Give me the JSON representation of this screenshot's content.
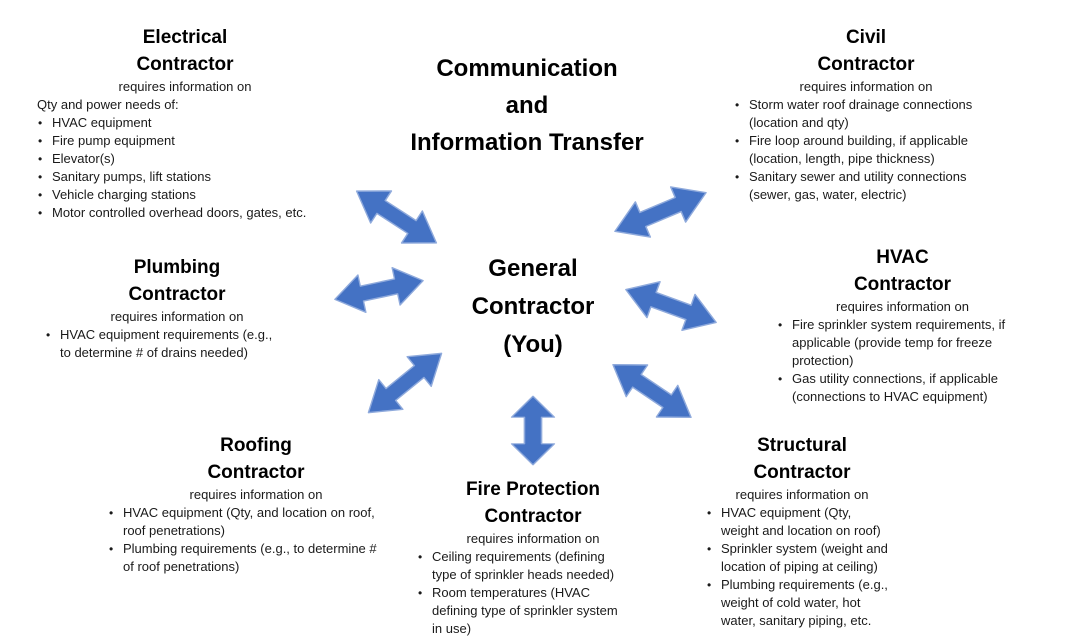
{
  "main": {
    "title_lines": [
      "Communication",
      "and",
      "Information Transfer"
    ]
  },
  "center": {
    "lines": [
      "General",
      "Contractor",
      "(You)"
    ]
  },
  "colors": {
    "arrow_fill": "#4472C4",
    "arrow_border": "#8FAADC",
    "text": "#1A1A1A",
    "background": "#FFFFFF"
  },
  "connections": [
    {
      "from": "General Contractor (You)",
      "to": "Electrical Contractor",
      "bidirectional": true
    },
    {
      "from": "General Contractor (You)",
      "to": "Plumbing Contractor",
      "bidirectional": true
    },
    {
      "from": "General Contractor (You)",
      "to": "Roofing Contractor",
      "bidirectional": true
    },
    {
      "from": "General Contractor (You)",
      "to": "Fire Protection Contractor",
      "bidirectional": true
    },
    {
      "from": "General Contractor (You)",
      "to": "Structural Contractor",
      "bidirectional": true
    },
    {
      "from": "General Contractor (You)",
      "to": "HVAC Contractor",
      "bidirectional": true
    },
    {
      "from": "General Contractor (You)",
      "to": "Civil Contractor",
      "bidirectional": true
    }
  ],
  "sections": {
    "electrical": {
      "title_lines": [
        "Electrical",
        "Contractor"
      ],
      "subtitle": "requires information on",
      "intro": "Qty and power needs of:",
      "bullets": [
        "HVAC equipment",
        "Fire pump equipment",
        "Elevator(s)",
        "Sanitary pumps, lift stations",
        "Vehicle charging stations",
        "Motor controlled overhead doors, gates, etc."
      ]
    },
    "civil": {
      "title_lines": [
        "Civil",
        "Contractor"
      ],
      "subtitle": "requires information on",
      "bullets": [
        "Storm water roof drainage connections (location and qty)",
        "Fire loop around building, if applicable (location, length, pipe thickness)",
        "Sanitary sewer and utility connections (sewer, gas, water, electric)"
      ]
    },
    "plumbing": {
      "title_lines": [
        "Plumbing",
        "Contractor"
      ],
      "subtitle": "requires information on",
      "bullets": [
        "HVAC equipment requirements (e.g., to determine # of drains needed)"
      ]
    },
    "hvac": {
      "title_lines": [
        "HVAC",
        "Contractor"
      ],
      "subtitle": "requires information on",
      "bullets": [
        "Fire sprinkler system requirements, if applicable (provide temp for freeze protection)",
        "Gas utility connections, if applicable (connections to HVAC equipment)"
      ]
    },
    "roofing": {
      "title_lines": [
        "Roofing",
        "Contractor"
      ],
      "subtitle": "requires information on",
      "bullets": [
        "HVAC equipment (Qty, and location on roof, roof penetrations)",
        "Plumbing requirements (e.g., to determine # of roof penetrations)"
      ]
    },
    "fire_protection": {
      "title_lines": [
        "Fire Protection",
        "Contractor"
      ],
      "subtitle": "requires information on",
      "bullets": [
        "Ceiling requirements (defining type of sprinkler heads needed)",
        "Room temperatures (HVAC defining type of sprinkler system in use)"
      ]
    },
    "structural": {
      "title_lines": [
        "Structural",
        "Contractor"
      ],
      "subtitle": "requires information on",
      "bullets": [
        "HVAC equipment (Qty, weight and location on roof)",
        "Sprinkler system (weight and location of piping at ceiling)",
        "Plumbing requirements (e.g., weight of cold water, hot water, sanitary piping, etc."
      ]
    }
  }
}
